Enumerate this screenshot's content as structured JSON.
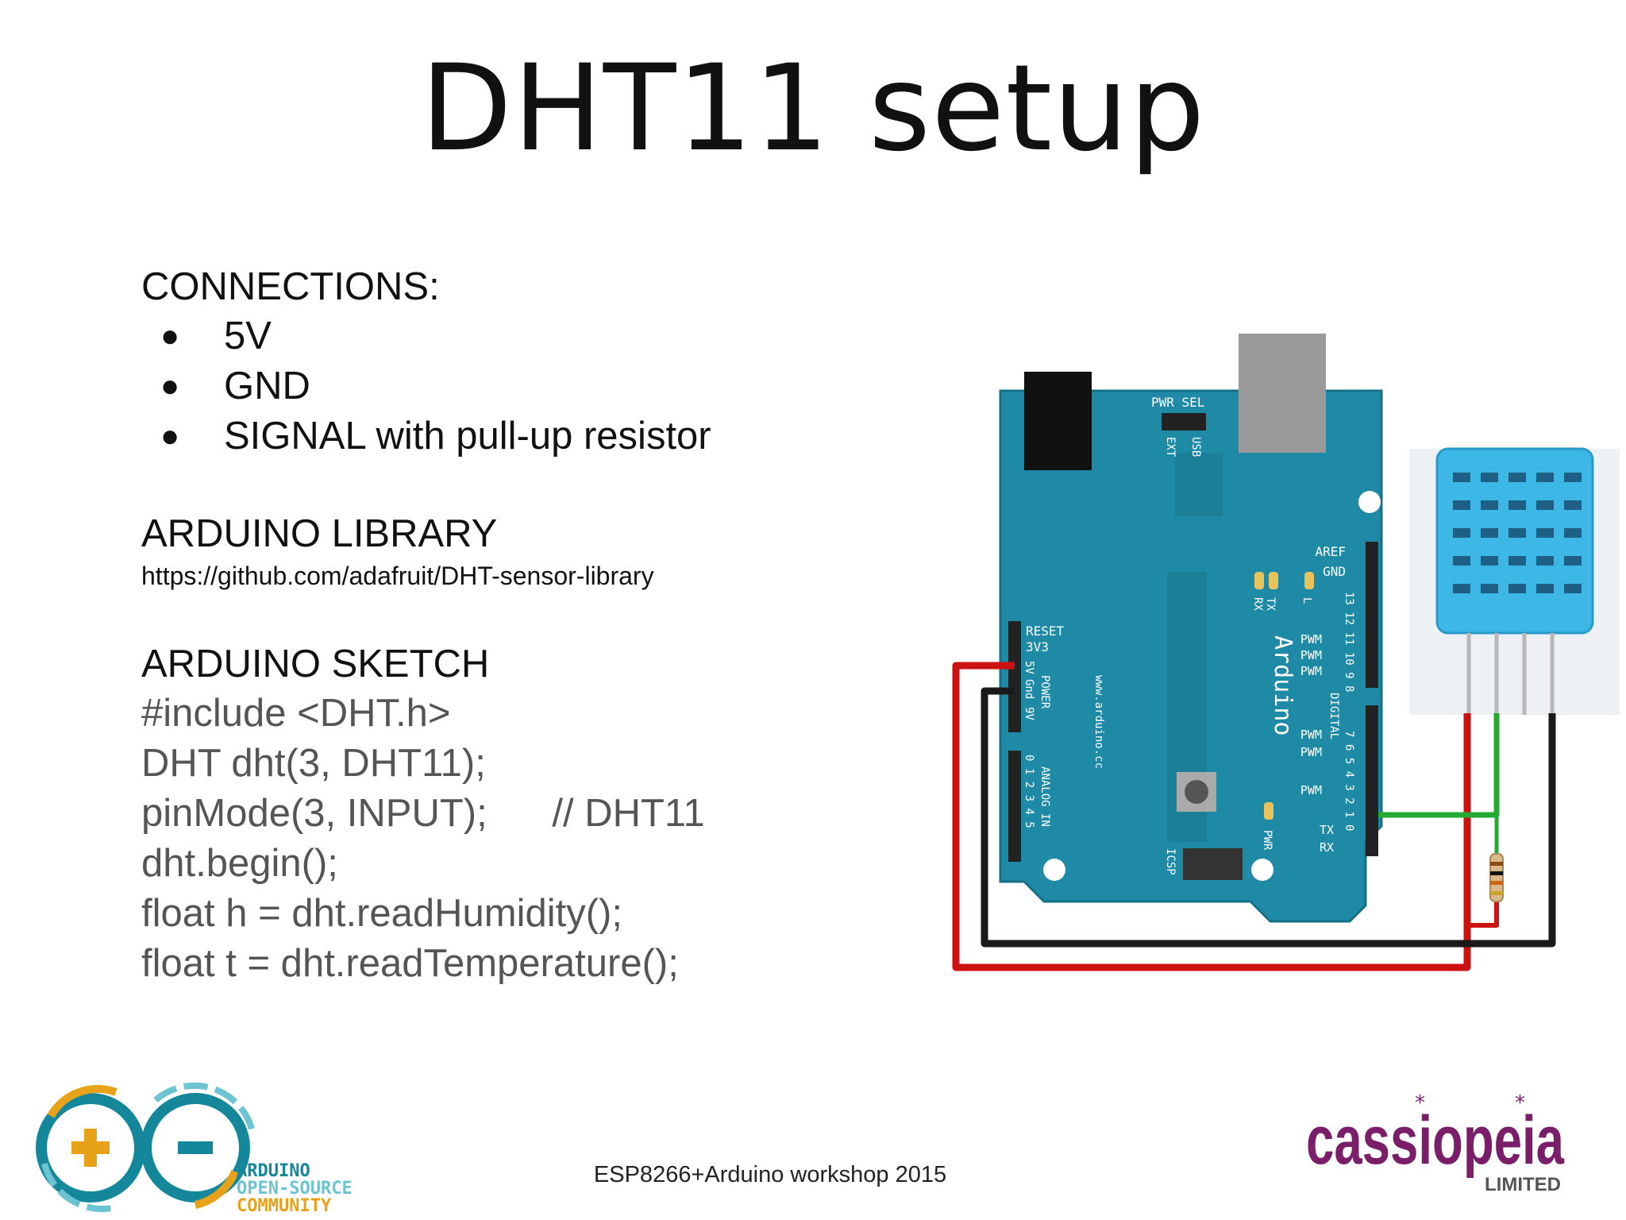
{
  "slide": {
    "title": "DHT11 setup",
    "connections_heading": "CONNECTIONS:",
    "connections": [
      "5V",
      "GND",
      "SIGNAL with pull-up resistor"
    ],
    "library_heading": "ARDUINO LIBRARY",
    "library_url": "https://github.com/adafruit/DHT-sensor-library",
    "sketch_heading": "ARDUINO SKETCH",
    "sketch_lines": [
      "#include <DHT.h>",
      "DHT dht(3, DHT11);",
      "pinMode(3, INPUT);      // DHT11",
      "dht.begin();",
      "float h = dht.readHumidity();",
      "float t = dht.readTemperature();"
    ],
    "footer": "ESP8266+Arduino workshop 2015"
  },
  "board_labels": {
    "pwr_sel": "PWR SEL",
    "ext": "EXT",
    "usb": "USB",
    "aref": "AREF",
    "gnd": "GND",
    "reset": "RESET",
    "v33": "3V3",
    "v5": "5V",
    "gnd2": "Gnd",
    "vin": "9V",
    "power": "POWER",
    "analog_in": "ANALOG IN",
    "digital": "DIGITAL",
    "arduino": "Arduino",
    "url": "www.arduino.cc",
    "tx": "TX",
    "rx": "RX",
    "l": "L",
    "pwm": "PWM",
    "icsp": "ICSP",
    "pwr": "PWR",
    "analog_pins": "0 1 2 3 4 5",
    "digital_pins_top": "13 12 11 10 9 8",
    "digital_pins_bottom": "7 6 5 4 3 2 1 0"
  },
  "logos": {
    "arduino_line1": "ARDUINO",
    "arduino_line2": "OPEN-SOURCE",
    "arduino_line3": "COMMUNITY",
    "cassiopeia_main": "cassiopeia",
    "cassiopeia_sub": "LIMITED"
  },
  "colors": {
    "board": "#1e8aa6",
    "sensor": "#3cb7e6",
    "wire_red": "#cc1111",
    "wire_black": "#1a1a1a",
    "wire_green": "#22aa33",
    "arduino_teal": "#14889a",
    "arduino_orange": "#e8a21a",
    "cassiopeia_purple": "#7a1e6a"
  }
}
